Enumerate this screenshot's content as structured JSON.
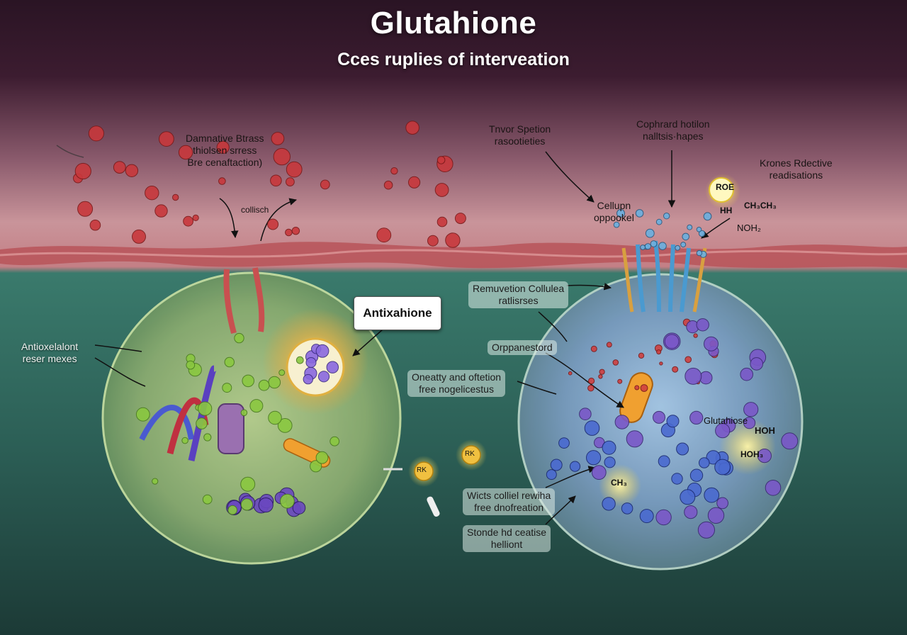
{
  "header": {
    "title": "Glutahione",
    "subtitle": "Cces ruplies of interveation"
  },
  "labels": {
    "damage": [
      "Damnative Btrass",
      "thiolsen srress",
      "Bre cenaftaction)"
    ],
    "cellish": "collisch",
    "tnvor": [
      "Tnvor Spetion",
      "rasootieties"
    ],
    "cophrard": [
      "Cophrard hotilon",
      "nalltsis·hapes"
    ],
    "krones": [
      "Krones Rdective",
      "readisations"
    ],
    "cellupn": [
      "Cellupn",
      "oppookel"
    ],
    "nh2": "NOH₂",
    "antioxelalont": [
      "Antioxelalont",
      "reser mexes"
    ],
    "antixahione": "Antixahione",
    "remuvetion": [
      "Remuvetion Collulea",
      "ratlisrses"
    ],
    "orppanestord": "Orppanestord",
    "oneatty": [
      "Oneatty and oftetion",
      "free nogelicestus"
    ],
    "glutahiose": "Glutahiose",
    "hoh": "HOH",
    "hoh2": "HOH₃",
    "ch3": "CH₃",
    "wicts": [
      "Wicts colliel rewiha",
      "free dnofreation"
    ],
    "stonde": [
      "Stonde hd ceatise",
      "helliont"
    ],
    "rk1": "RK",
    "rk2": "RK"
  },
  "chem_group": {
    "roe": "ROE",
    "hh": "HH",
    "ch3ch3": "CH₃CH₃"
  },
  "colors": {
    "top_bg": "#3a1a2c",
    "pink_band": "#c88a92",
    "membrane": "#b85a5a",
    "teal_bg": "#2f6a60",
    "cell_left": "#8fb27a",
    "cell_right": "#7a9fb4",
    "glow": "#f0c040"
  }
}
